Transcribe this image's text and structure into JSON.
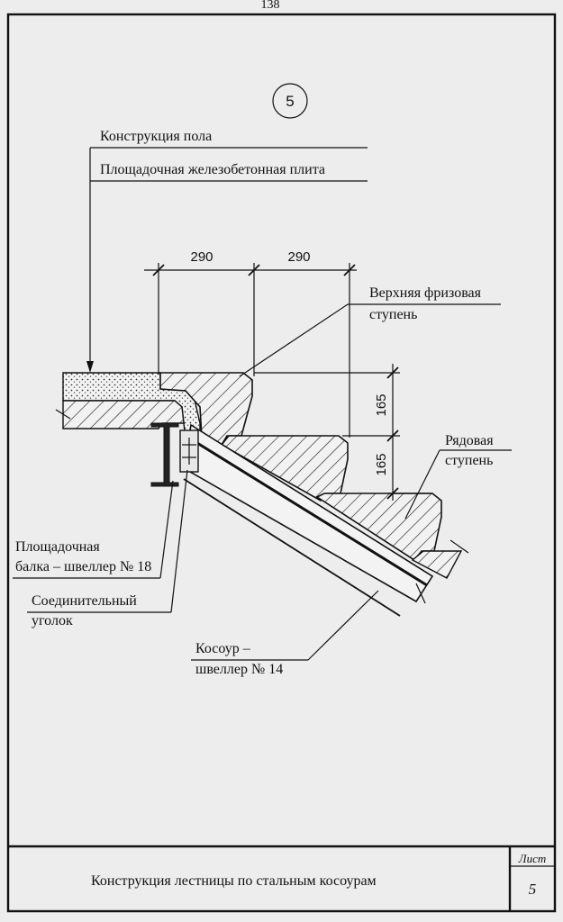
{
  "page": {
    "page_number": "138",
    "detail_number": "5"
  },
  "callouts": {
    "floor_construction": "Конструкция пола",
    "landing_slab": "Площадочная железобетонная плита",
    "upper_frieze_step_1": "Верхняя фризовая",
    "upper_frieze_step_2": "ступень",
    "ordinary_step_1": "Рядовая",
    "ordinary_step_2": "ступень",
    "landing_beam_1": "Площадочная",
    "landing_beam_2": "балка – швеллер № 18",
    "connecting_angle_1": "Соединительный",
    "connecting_angle_2": "уголок",
    "stringer_1": "Косоур –",
    "stringer_2": "швеллер № 14"
  },
  "dimensions": {
    "tread_1": "290",
    "tread_2": "290",
    "riser_1": "165",
    "riser_2": "165"
  },
  "title_block": {
    "title": "Конструкция лестницы по стальным косоурам",
    "sheet_label": "Лист",
    "sheet_number": "5"
  }
}
